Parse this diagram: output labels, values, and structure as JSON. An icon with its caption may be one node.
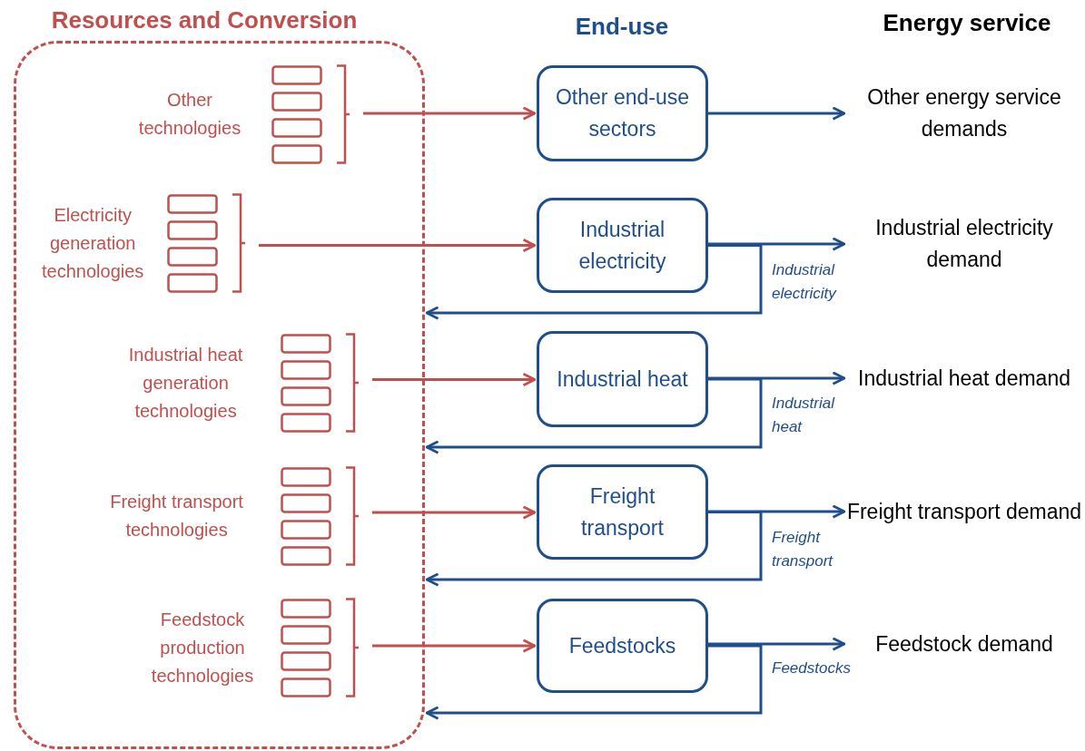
{
  "diagram": {
    "nodes": [
      {
        "text": [
          "Resources and Conversion"
        ]
      },
      {
        "text": [
          "Other technologies"
        ],
        "in": 0
      },
      {
        "text": [
          "Electricity generation technologies"
        ],
        "in": 0
      },
      {
        "text": [
          "Industrial heat generation technologies"
        ],
        "in": 0
      },
      {
        "text": [
          "Freight transport technologies"
        ],
        "in": 0
      },
      {
        "text": [
          "Feedstock production technologies"
        ],
        "in": 0
      },
      {
        "text": [
          "Other end-use sectors"
        ]
      },
      {
        "text": [
          "Industrial electricity"
        ]
      },
      {
        "text": [
          "Industrial heat"
        ]
      },
      {
        "text": [
          "Freight transport"
        ]
      },
      {
        "text": [
          "Feedstocks"
        ]
      },
      {
        "text": [
          "Other energy service demands"
        ]
      },
      {
        "text": [
          "Industrial electricity demand"
        ]
      },
      {
        "text": [
          "Industrial heat demand"
        ]
      },
      {
        "text": [
          "Freight transport demand"
        ]
      },
      {
        "text": [
          "Feedstock demand"
        ]
      }
    ],
    "edges": [
      {
        "from": 1,
        "to": 6,
        "arrow": "to",
        "color": "#c0504d"
      },
      {
        "from": 2,
        "to": 7,
        "arrow": "to",
        "color": "#c0504d"
      },
      {
        "from": 3,
        "to": 8,
        "arrow": "to",
        "color": "#c0504d"
      },
      {
        "from": 4,
        "to": 9,
        "arrow": "to",
        "color": "#c0504d"
      },
      {
        "from": 5,
        "to": 10,
        "arrow": "to",
        "color": "#c0504d"
      },
      {
        "from": 6,
        "to": 11,
        "arrow": "to"
      },
      {
        "from": 7,
        "to": 12,
        "arrow": "to"
      },
      {
        "from": 8,
        "to": 13,
        "arrow": "to"
      },
      {
        "from": 9,
        "to": 14,
        "arrow": "to"
      },
      {
        "from": 10,
        "to": 15,
        "arrow": "to"
      },
      {
        "from": 7,
        "to": 0,
        "arrow": "to",
        "label": "Industrial electricity"
      },
      {
        "from": 8,
        "to": 0,
        "arrow": "to",
        "label": "Industrial heat"
      },
      {
        "from": 9,
        "to": 0,
        "arrow": "to",
        "label": "Freight transport"
      },
      {
        "from": 10,
        "to": 0,
        "arrow": "to",
        "label": "Feedstocks"
      }
    ],
    "labels": [
      "End-use",
      "Energy service"
    ]
  }
}
